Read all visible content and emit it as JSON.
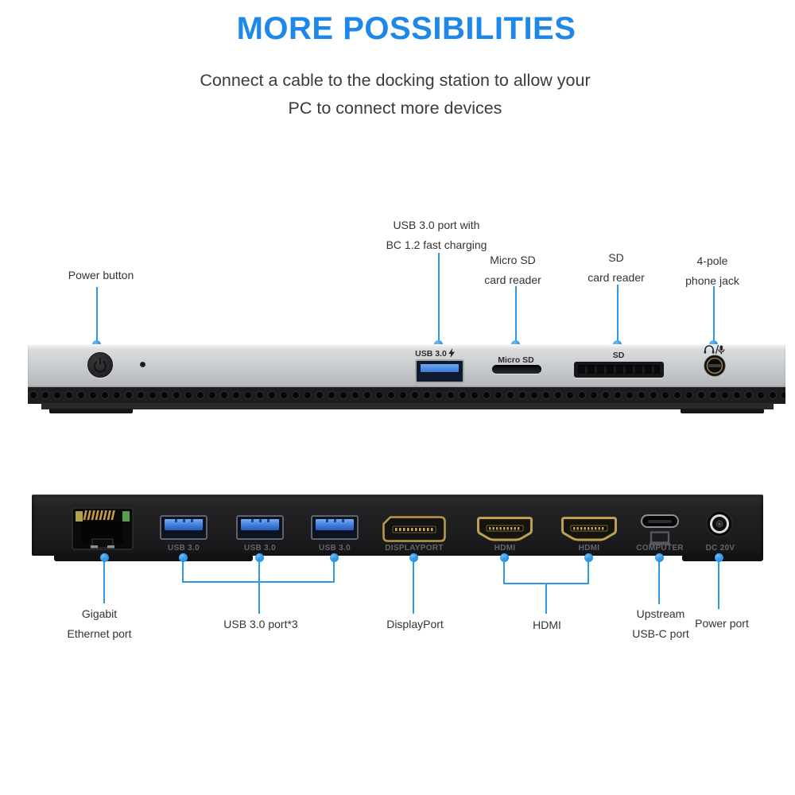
{
  "header": {
    "title": "MORE POSSIBILITIES",
    "subtitle_line1": "Connect a cable to the docking station to allow your",
    "subtitle_line2": "PC to connect more devices"
  },
  "colors": {
    "title_blue": "#1e88e8",
    "leader_blue": "#2e97e8",
    "usb_blue": "#3b77d8",
    "text_dark": "#333333",
    "silver_body": "#c8ccce",
    "black_body": "#1d1d1f",
    "gold_connector": "#bf9f50"
  },
  "front": {
    "callouts": [
      {
        "name": "power-button",
        "lines": [
          "Power button"
        ]
      },
      {
        "name": "usb-fast-charge",
        "lines": [
          "USB 3.0 port with",
          "BC 1.2 fast charging"
        ]
      },
      {
        "name": "micro-sd-reader",
        "lines": [
          "Micro SD",
          "card reader"
        ]
      },
      {
        "name": "sd-reader",
        "lines": [
          "SD",
          "card reader"
        ]
      },
      {
        "name": "phone-jack",
        "lines": [
          "4-pole",
          "phone jack"
        ]
      }
    ],
    "prints": {
      "usb": "USB 3.0",
      "micro_sd": "Micro SD",
      "sd": "SD",
      "jack_icon": "headphone-mic-icon"
    }
  },
  "back": {
    "callouts": [
      {
        "name": "gigabit-ethernet",
        "lines": [
          "Gigabit",
          "Ethernet port"
        ]
      },
      {
        "name": "usb3-ports",
        "lines": [
          "USB 3.0 port*3"
        ]
      },
      {
        "name": "displayport",
        "lines": [
          "DisplayPort"
        ]
      },
      {
        "name": "hdmi",
        "lines": [
          "HDMI"
        ]
      },
      {
        "name": "upstream-usbc",
        "lines": [
          "Upstream",
          "USB-C port"
        ]
      },
      {
        "name": "power-port",
        "lines": [
          "Power port"
        ]
      }
    ],
    "prints": {
      "usb": "USB 3.0",
      "displayport": "DISPLAYPORT",
      "hdmi": "HDMI",
      "computer": "COMPUTER",
      "dc": "DC 20V"
    }
  }
}
